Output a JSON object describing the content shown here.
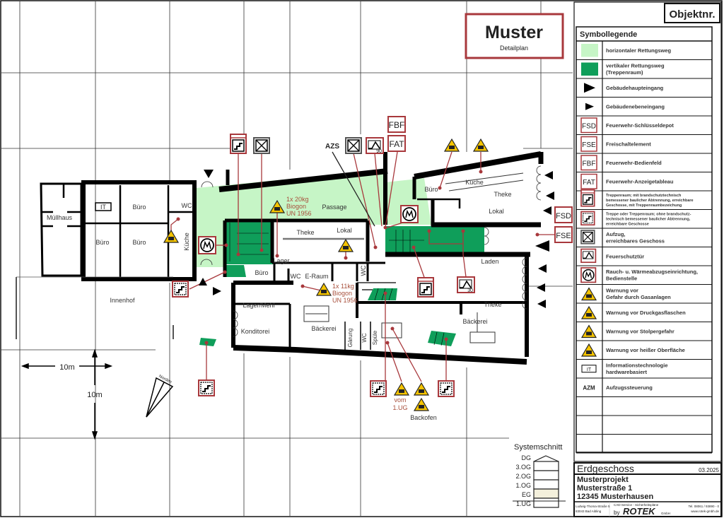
{
  "header": {
    "object_number_label": "Objektnr.",
    "title": "Muster",
    "subtitle": "Detailplan"
  },
  "legend": {
    "title": "Symbollegende",
    "items": [
      {
        "symbol": "light-green-swatch",
        "label": "horizontaler Rettungsweg"
      },
      {
        "symbol": "dark-green-swatch",
        "label": "vertikaler Rettungsweg",
        "label2": "(Treppenraum)"
      },
      {
        "symbol": "main-entrance-triangle",
        "label": "Gebäudehaupteingang"
      },
      {
        "symbol": "side-entrance-triangle",
        "label": "Gebäudenebeneingang"
      },
      {
        "symbol": "fsd-box",
        "code": "FSD",
        "label": "Feuerwehr-Schlüsseldepot"
      },
      {
        "symbol": "fse-box",
        "code": "FSE",
        "label": "Freischaltelement"
      },
      {
        "symbol": "fbf-box",
        "code": "FBF",
        "label": "Feuerwehr-Bedienfeld"
      },
      {
        "symbol": "fat-box",
        "code": "FAT",
        "label": "Feuerwehr-Anzeigetableau"
      },
      {
        "symbol": "stairwell-icon",
        "small": true,
        "label": "Treppenraum; mit brandschutztechnisch",
        "label2": "bemessener baulicher Abtrennung, erreichbare",
        "label3": "Geschosse, mit Treppenraumbezeichung"
      },
      {
        "symbol": "stair-icon",
        "small": true,
        "label": "Treppe oder Treppenraum; ohne brandschutz-",
        "label2": "technisch bemessener baulicher Abtrennung,",
        "label3": "erreichbare Geschosse"
      },
      {
        "symbol": "elevator-icon",
        "label": "Aufzug,",
        "label2": "erreichbares Geschoss"
      },
      {
        "symbol": "fire-door-icon",
        "label": "Feuerschutztür"
      },
      {
        "symbol": "smoke-vent-icon",
        "label": "Rauch- u. Wärmeabzugseinrichtung,",
        "label2": "Bedienstelle"
      },
      {
        "symbol": "gas-warning-icon",
        "label": "Warnung vor",
        "label2": "Gefahr durch Gasanlagen"
      },
      {
        "symbol": "gas-cylinder-warning-icon",
        "label": "Warnung vor Druckgasflaschen"
      },
      {
        "symbol": "trip-warning-icon",
        "label": "Warnung vor Stolpergefahr"
      },
      {
        "symbol": "hot-surface-warning-icon",
        "label": "Warnung vor heißer Oberfläche"
      },
      {
        "symbol": "it-box",
        "code": "IT",
        "label": "Informationstechnologie",
        "label2": "hardwarebasiert"
      },
      {
        "symbol": "azm-text",
        "code": "AZM",
        "label": "Aufzugssteuerung"
      },
      {
        "symbol": "",
        "label": ""
      },
      {
        "symbol": "",
        "label": ""
      },
      {
        "symbol": "",
        "label": ""
      }
    ]
  },
  "plan": {
    "rooms": {
      "muellhaus": "Müllhaus",
      "it": "IT",
      "buero1": "Büro",
      "buero2": "Büro",
      "buero3": "Büro",
      "wc1": "WC",
      "kueche1": "Küche",
      "innenhof": "Innenhof",
      "passage": "Passage",
      "theke1": "Theke",
      "lokal1": "Lokal",
      "lager": "Lager",
      "buero4": "Büro",
      "wc2": "WC",
      "eraum": "E-Raum",
      "wc3": "WC",
      "lager_mehl": "Lager/Mehl",
      "konditorei": "Konditorei",
      "baeckerei1": "Bäckerei",
      "gaerung": "Gärung",
      "wc4": "WC",
      "spuele": "Spüle",
      "buero5": "Büro",
      "kueche2": "Küche",
      "theke2": "Theke",
      "lokal2": "Lokal",
      "laden": "Laden",
      "theke3": "Theke",
      "baeckerei2": "Bäckerei"
    },
    "annotations": {
      "gas1": [
        "1x 20kg",
        "Biogon",
        "UN 1956"
      ],
      "gas2": [
        "1x 11kg",
        "Biogon",
        "UN 1956"
      ],
      "gas_source": [
        "vom",
        "1.UG"
      ],
      "oven": "Backofen",
      "azs": "AZS"
    },
    "codes": {
      "fbf": "FBF",
      "fat": "FAT",
      "fsd": "FSD",
      "fse": "FSE"
    },
    "fire_door_ratings": [
      "90",
      "30"
    ],
    "scale": {
      "horizontal": "10m",
      "vertical": "10m"
    },
    "north": "Norden"
  },
  "section": {
    "title": "Systemschnitt",
    "floors": [
      "DG",
      "3.OG",
      "2.OG",
      "1.OG",
      "EG",
      "1.UG"
    ],
    "current": "EG"
  },
  "title_block": {
    "floor": "Erdgeschoss",
    "date": "03.2025",
    "project": "Musterprojekt",
    "street": "Musterstraße 1",
    "city": "12345 Musterhausen",
    "company_address": [
      "Ludwig-Thoma-Straße 5",
      "83043 Bad Aibling"
    ],
    "company_tagline": "CAD-Service - Sicherheitspläne",
    "company_by": "by",
    "company_logo": "ROTEK",
    "company_suffix": "GmbH",
    "company_contact": [
      "Tel. 08061 / 93890 - 0",
      "www.rotek-gmbh.de"
    ]
  },
  "colors": {
    "light_green": "#c6f5c6",
    "dark_green": "#0f9e5a",
    "red": "#a8383c",
    "warning": "#f5c400"
  }
}
